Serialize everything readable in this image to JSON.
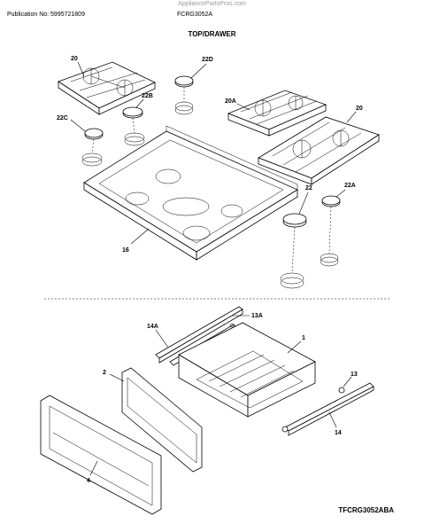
{
  "header": {
    "publication": "Publication No: 5995721809",
    "model": "FCRG3052A",
    "watermark": "AppliancePartsPros.com"
  },
  "section_title": "TOP/DRAWER",
  "callouts": {
    "grate_left": "20",
    "burner_cap_22d": "22D",
    "burner_cap_22b": "22B",
    "burner_cap_22c": "22C",
    "grate_20a": "20A",
    "grate_right": "20",
    "burner_cap_22": "22",
    "burner_cap_22a": "22A",
    "cooktop": "16",
    "rail_14a": "14A",
    "bracket_13a": "13A",
    "drawer_body": "1",
    "drawer_panel": "2",
    "roller_13": "13",
    "rail_14": "14",
    "drawer_front": "4"
  },
  "footer_code": "TFCRG3052ABA",
  "icons": [
    "grate-icon",
    "burner-cap-icon",
    "cooktop-icon",
    "drawer-icon",
    "rail-icon"
  ]
}
